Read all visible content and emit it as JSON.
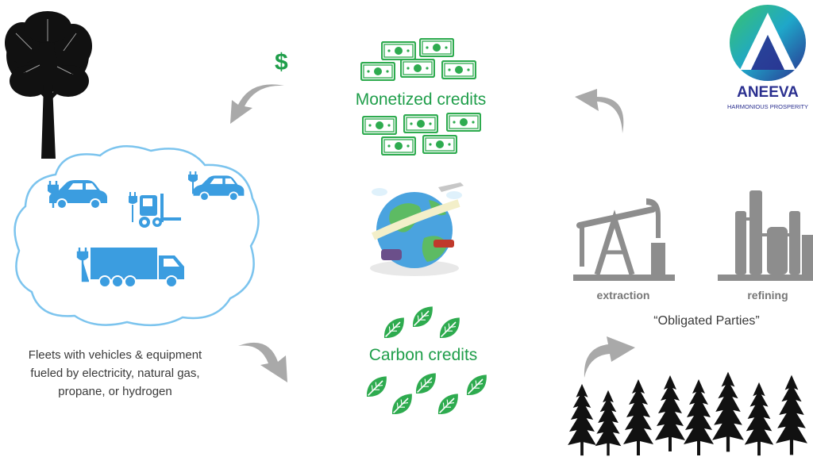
{
  "colors": {
    "accent_green": "#1f9e4a",
    "money_green": "#2eab4f",
    "vehicle_blue": "#3b9de0",
    "cloud_blue": "#7cc4ee",
    "arrow_grey": "#a9a9a9",
    "industry_grey": "#8d8d8d",
    "brand_navy": "#2a2f8f"
  },
  "left": {
    "dollar_sign": "$",
    "caption_lines": [
      "Fleets with vehicles & equipment",
      "fueled by electricity, natural gas,",
      "propane, or hydrogen"
    ]
  },
  "center": {
    "monetized_label": "Monetized credits",
    "carbon_label": "Carbon credits"
  },
  "right": {
    "extraction_label": "extraction",
    "refining_label": "refining",
    "obligated_label": "“Obligated Parties”"
  },
  "logo": {
    "name": "ANEEVA",
    "tagline": "HARMONIOUS PROSPERITY"
  },
  "icons": {
    "tree": "tree-icon",
    "forest": "pine-forest-icon",
    "globe": "globe-icon",
    "banknote": "banknote-icon",
    "leaf": "leaf-icon",
    "car": "electric-car-icon",
    "forklift": "electric-forklift-icon",
    "truck": "electric-truck-icon",
    "pumpjack": "pumpjack-icon",
    "refinery": "refinery-icon"
  }
}
